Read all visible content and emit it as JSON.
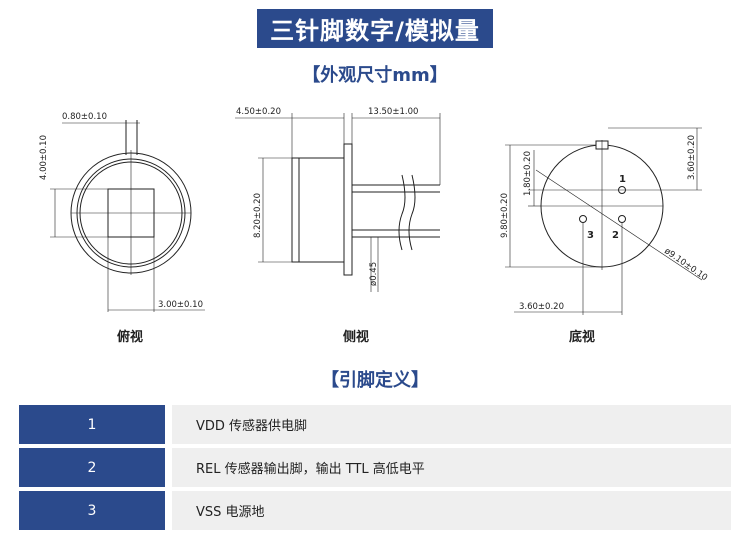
{
  "header": {
    "title": "三针脚数字/模拟量"
  },
  "section_dimensions": {
    "title": "【外观尺寸mm】"
  },
  "views": {
    "top": {
      "label": "俯视",
      "dims": {
        "width_top": "0.80±0.10",
        "height_left": "4.00±0.10",
        "width_bottom": "3.00±0.10"
      }
    },
    "side": {
      "label": "侧视",
      "dims": {
        "body_len": "4.50±0.20",
        "pin_len": "13.50±1.00",
        "height": "8.20±0.20",
        "pin_dia": "ø0.45"
      }
    },
    "bottom": {
      "label": "底视",
      "dims": {
        "outer_h": "9.80±0.20",
        "pin_offset_v": "1.80±0.20",
        "pin_offset_r": "3.60±0.20",
        "dia": "ø9.10±0.10",
        "pin_offset_h": "3.60±0.20"
      },
      "pin_labels": [
        "1",
        "2",
        "3"
      ]
    }
  },
  "section_pins": {
    "title": "【引脚定义】"
  },
  "pins": [
    {
      "num": "1",
      "desc": "VDD 传感器供电脚"
    },
    {
      "num": "2",
      "desc": "REL 传感器输出脚，输出 TTL 高低电平"
    },
    {
      "num": "3",
      "desc": "VSS 电源地"
    }
  ]
}
